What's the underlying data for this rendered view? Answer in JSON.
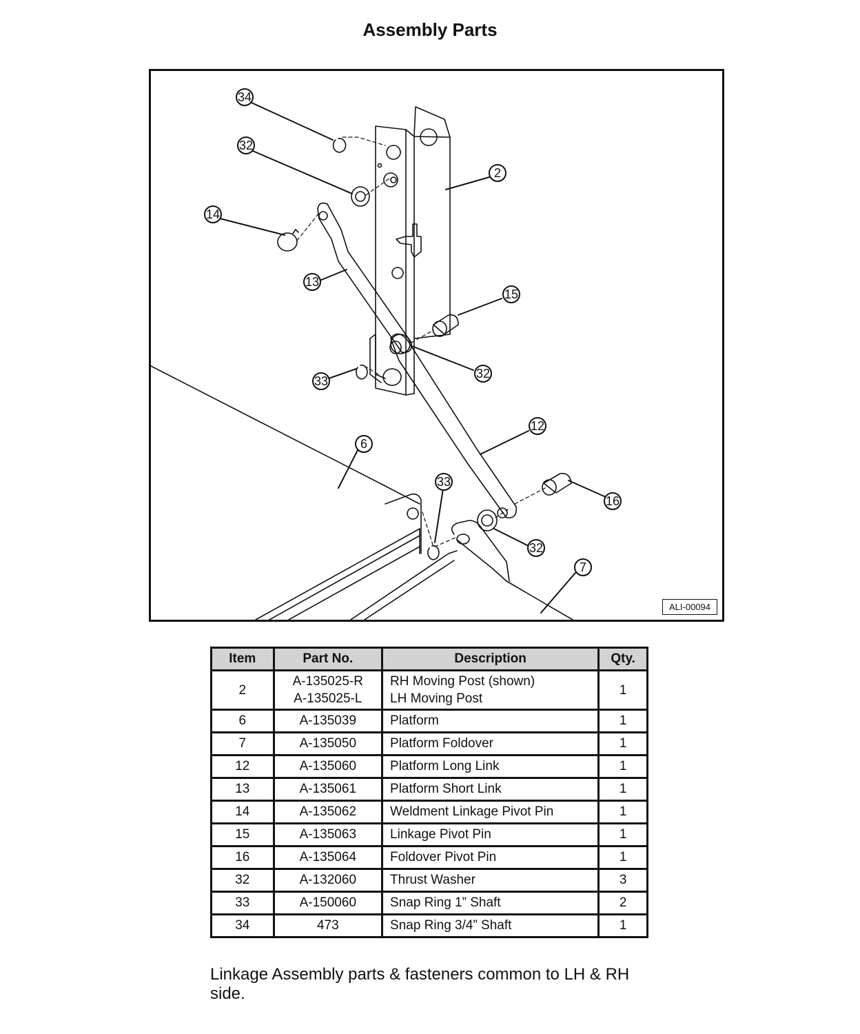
{
  "page": {
    "title": "Assembly Parts",
    "figure_id": "ALI-00094",
    "note": "Linkage Assembly parts & fasteners common to LH & RH side."
  },
  "callouts": {
    "c34": "34",
    "c32a": "32",
    "c14": "14",
    "c2": "2",
    "c13": "13",
    "c15": "15",
    "c32b": "32",
    "c33a": "33",
    "c12": "12",
    "c6": "6",
    "c33b": "33",
    "c16": "16",
    "c32c": "32",
    "c7": "7"
  },
  "table": {
    "headers": {
      "item": "Item",
      "part_no": "Part No.",
      "description": "Description",
      "qty": "Qty."
    },
    "rows": [
      {
        "item": "2",
        "part_no": [
          "A-135025-R",
          "A-135025-L"
        ],
        "description": [
          "RH Moving Post (shown)",
          "LH Moving Post"
        ],
        "qty": "1"
      },
      {
        "item": "6",
        "part_no": "A-135039",
        "description": "Platform",
        "qty": "1"
      },
      {
        "item": "7",
        "part_no": "A-135050",
        "description": "Platform Foldover",
        "qty": "1"
      },
      {
        "item": "12",
        "part_no": "A-135060",
        "description": "Platform Long Link",
        "qty": "1"
      },
      {
        "item": "13",
        "part_no": "A-135061",
        "description": "Platform Short Link",
        "qty": "1"
      },
      {
        "item": "14",
        "part_no": "A-135062",
        "description": "Weldment Linkage Pivot Pin",
        "qty": "1"
      },
      {
        "item": "15",
        "part_no": "A-135063",
        "description": "Linkage Pivot Pin",
        "qty": "1"
      },
      {
        "item": "16",
        "part_no": "A-135064",
        "description": "Foldover Pivot Pin",
        "qty": "1"
      },
      {
        "item": "32",
        "part_no": "A-132060",
        "description": "Thrust Washer",
        "qty": "3"
      },
      {
        "item": "33",
        "part_no": "A-150060",
        "description": "Snap Ring 1” Shaft",
        "qty": "2"
      },
      {
        "item": "34",
        "part_no": "473",
        "description": "Snap Ring 3/4” Shaft",
        "qty": "1"
      }
    ]
  }
}
